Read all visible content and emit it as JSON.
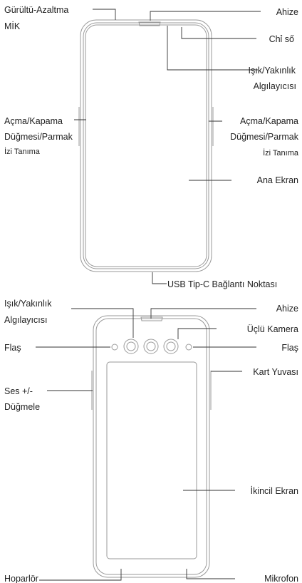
{
  "front": {
    "noise_mic": [
      "Gürültü-Azaltma",
      "MİK"
    ],
    "earpiece": "Ahize",
    "indicator": "Chỉ số",
    "light_sensor": [
      "Işık/Yakınlık",
      "Algılayıcısı"
    ],
    "power_left": [
      "Açma/Kapama",
      "Düğmesi/Parmak",
      "İzi Tanıma"
    ],
    "power_right": [
      "Açma/Kapama",
      "Düğmesi/Parmak",
      "İzi Tanıma"
    ],
    "main_screen": "Ana Ekran",
    "usb": "USB Tip-C Bağlantı Noktası"
  },
  "back": {
    "light_sensor": [
      "Işık/Yakınlık",
      "Algılayıcısı"
    ],
    "earpiece": "Ahize",
    "triple_camera": "Üçlü Kamera",
    "flash_left": "Flaş",
    "flash_right": "Flaş",
    "card_slot": "Kart Yuvası",
    "volume": [
      "Ses +/-",
      "Düğmele"
    ],
    "secondary_screen": "İkincil Ekran",
    "speaker": "Hoparlör",
    "microphone": "Mikrofon"
  }
}
